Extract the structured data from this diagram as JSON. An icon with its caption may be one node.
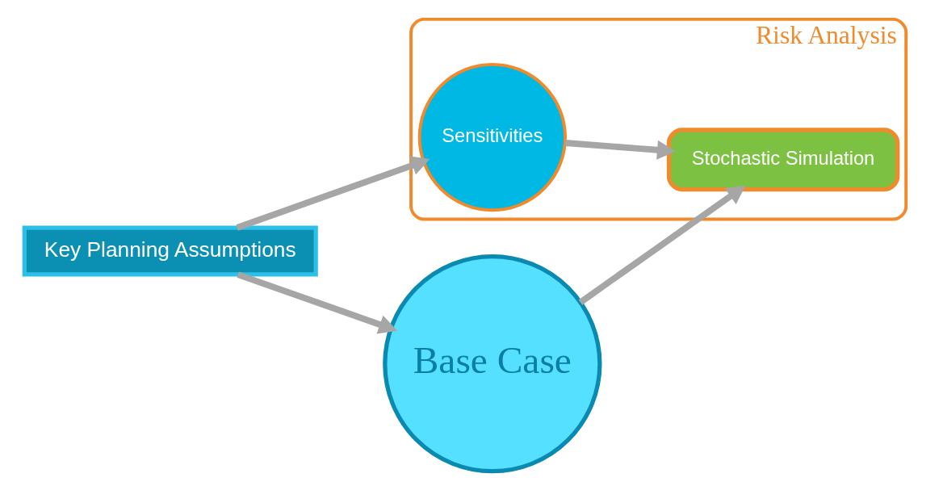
{
  "diagram": {
    "nodes": [
      {
        "text": [
          "Key Planning Assumptions"
        ]
      },
      {
        "text": [
          "Risk Analysis"
        ]
      },
      {
        "text": [
          "Sensitivities"
        ],
        "in": 1
      },
      {
        "text": [
          "Stochastic Simulation"
        ],
        "in": 1
      },
      {
        "text": [
          "Base Case"
        ]
      }
    ],
    "edges": [
      {
        "from": 0,
        "to": 2,
        "arrow": "to"
      },
      {
        "from": 0,
        "to": 4,
        "arrow": "to"
      },
      {
        "from": 2,
        "to": 3,
        "arrow": "to"
      },
      {
        "from": 4,
        "to": 3,
        "arrow": "to"
      }
    ]
  }
}
